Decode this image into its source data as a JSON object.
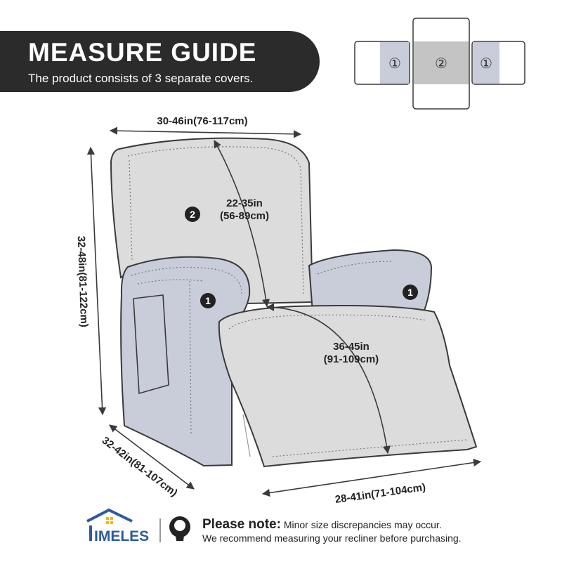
{
  "header": {
    "title": "MEASURE GUIDE",
    "subtitle": "The product consists of 3 separate covers."
  },
  "cover_map": {
    "left_label": "①",
    "center_label": "②",
    "right_label": "①"
  },
  "dimensions": {
    "top_width": "30-46in(76-117cm)",
    "back_height_in": "22-35in",
    "back_height_cm": "(56-89cm)",
    "total_height": "32-48in(81-122cm)",
    "seat_length_in": "36-45in",
    "seat_length_cm": "(91-109cm)",
    "side_depth": "32-42in(81-107cm)",
    "bottom_width": "28-41in(71-104cm)"
  },
  "markers": {
    "backrest": "2",
    "left_arm": "1",
    "right_arm": "1"
  },
  "brand": {
    "logo_text": "IMELES"
  },
  "note": {
    "lead": "Please note:",
    "rest": " Minor size discrepancies may occur.",
    "line2": "We recommend measuring your recliner before purchasing."
  },
  "colors": {
    "banner": "#2b2b2b",
    "cover_gray": "#dcdcdc",
    "arm_blue": "#c9cdda",
    "outline": "#3a3a3a",
    "logo_blue": "#2d5b9e"
  }
}
